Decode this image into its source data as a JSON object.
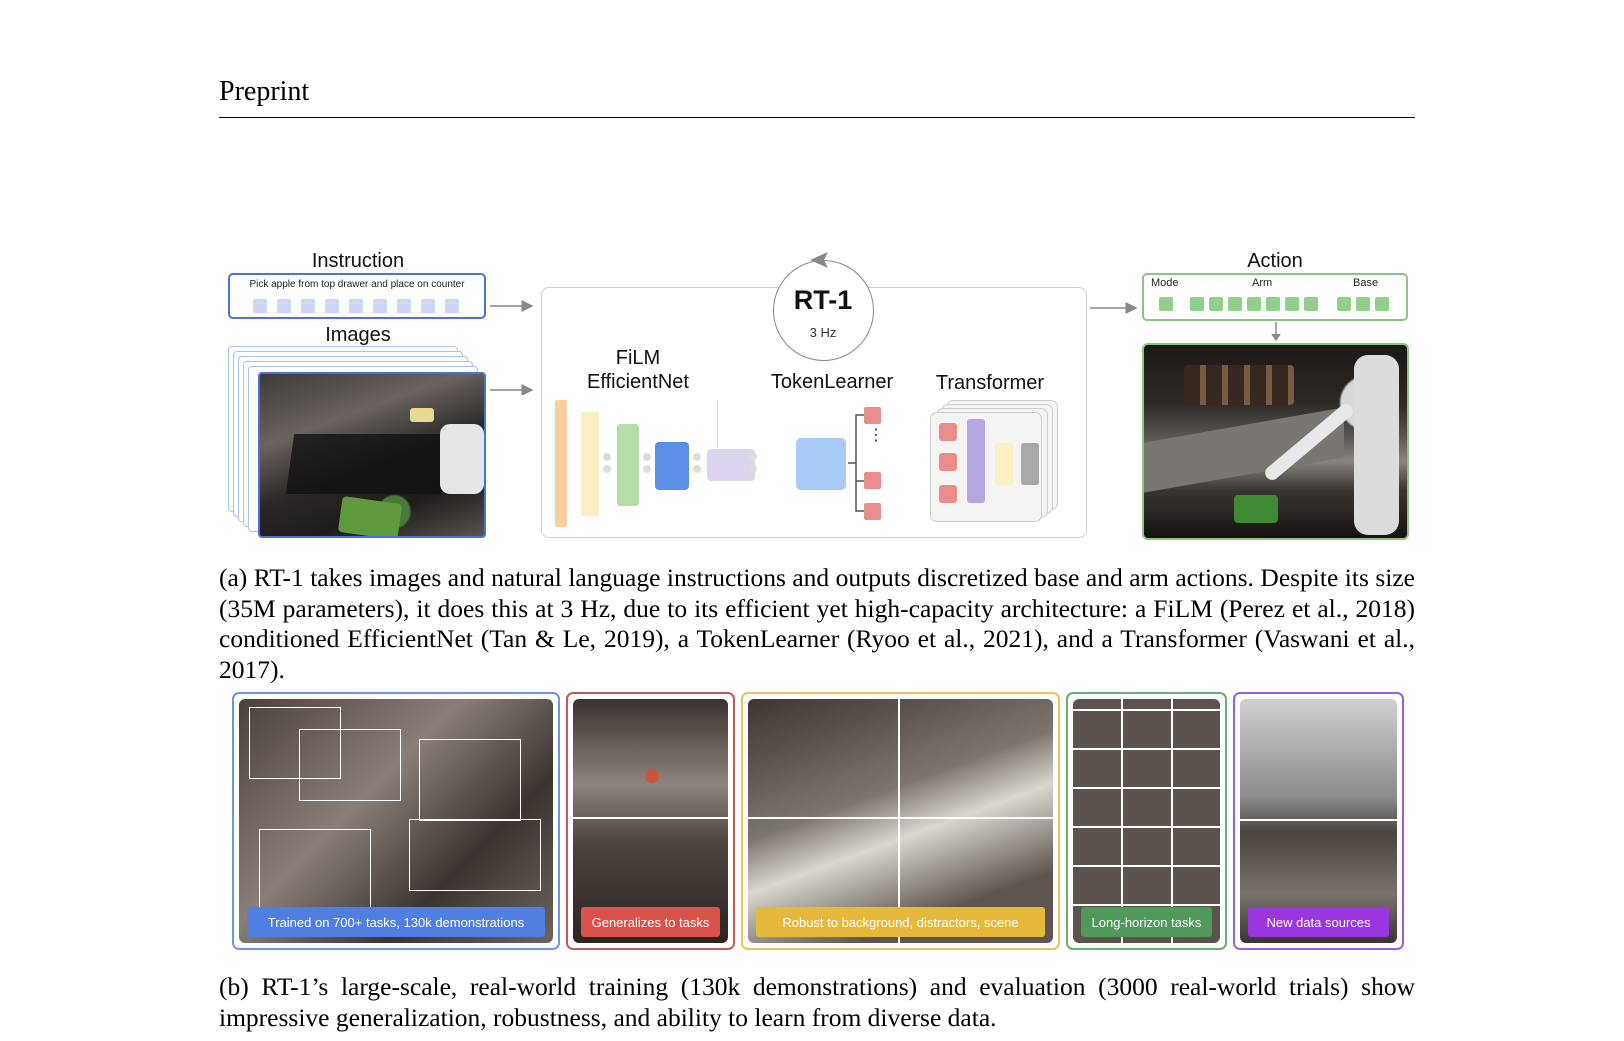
{
  "header": {
    "running_title": "Preprint"
  },
  "figure_a": {
    "instruction_label": "Instruction",
    "instruction_text": "Pick apple from top drawer and place on counter",
    "images_label": "Images",
    "model_name": "RT-1",
    "model_rate": "3 Hz",
    "film_label_1": "FiLM",
    "film_label_2": "EfficientNet",
    "tokenlearner_label": "TokenLearner",
    "transformer_label": "Transformer",
    "action_label": "Action",
    "action_mode": "Mode",
    "action_arm": "Arm",
    "action_base": "Base",
    "colors": {
      "instruction_border": "#4a72d9",
      "instruction_tokens": "#c9d8f7",
      "action_border": "#8cc38b",
      "action_tokens": "#8fd08a",
      "film_orange": "#f7cfa0",
      "film_yellow": "#fbeec0",
      "film_green": "#b6dca7",
      "film_blue": "#5b8ee6",
      "film_lavender": "#ddd4f0",
      "token_blue": "#a9cbf7",
      "token_red": "#e98c8c",
      "transformer_purple": "#b8a6e3",
      "transformer_yellow": "#fbeec0",
      "transformer_gray": "#a8a8a8"
    }
  },
  "caption_a": "(a) RT-1 takes images and natural language instructions and outputs discretized base and arm actions. Despite its size (35M parameters), it does this at 3 Hz, due to its efficient yet high-capacity architecture: a FiLM (Perez et al., 2018) conditioned EfficientNet (Tan & Le, 2019), a TokenLearner (Ryoo et al., 2021), and a Transformer (Vaswani et al., 2017).",
  "figure_b": {
    "tiles": [
      {
        "label": "Trained on 700+ tasks, 130k demonstrations",
        "color": "#4f7fe0",
        "border": "#6f93e8"
      },
      {
        "label": "Generalizes to tasks",
        "color": "#d9534a",
        "border": "#c85a55"
      },
      {
        "label": "Robust to background, distractors, scene",
        "color": "#e6b93a",
        "border": "#e8c25a"
      },
      {
        "label": "Long-horizon tasks",
        "color": "#4f9a5a",
        "border": "#6aae70"
      },
      {
        "label": "New data sources",
        "color": "#9b35e0",
        "border": "#a35ae0"
      }
    ]
  },
  "caption_b": "(b) RT-1’s large-scale, real-world training (130k demonstrations) and evaluation (3000 real-world trials) show impressive generalization, robustness, and ability to learn from diverse data."
}
